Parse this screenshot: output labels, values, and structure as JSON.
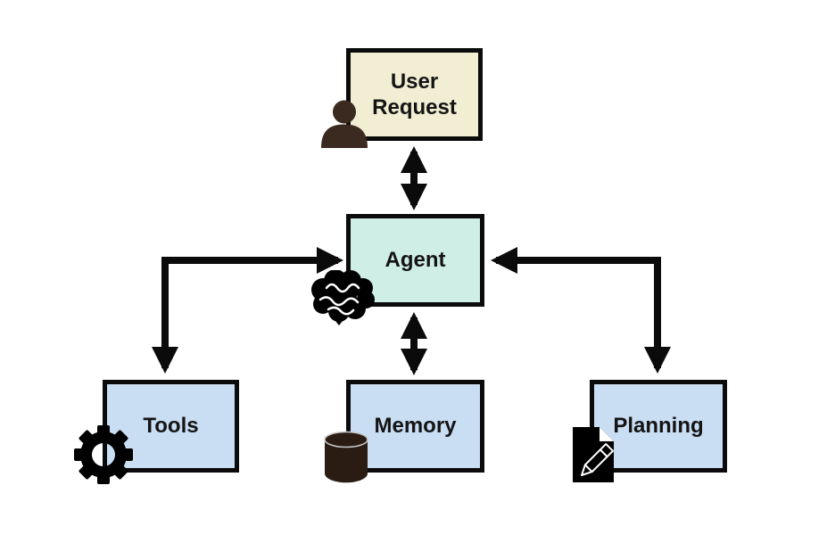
{
  "diagram": {
    "background_color": "#ffffff",
    "line_color": "#0b0b0b",
    "nodes": [
      {
        "id": "user-request",
        "label": "User Request",
        "fill": "#f1eed3",
        "border": "#0b0b0b",
        "icon": "person-icon",
        "icon_color": "#3b2a20"
      },
      {
        "id": "agent",
        "label": "Agent",
        "fill": "#cfeee6",
        "border": "#0b0b0b",
        "icon": "brain-icon",
        "icon_color": "#000000"
      },
      {
        "id": "tools",
        "label": "Tools",
        "fill": "#c9ddf3",
        "border": "#0b0b0b",
        "icon": "gear-icon",
        "icon_color": "#000000"
      },
      {
        "id": "memory",
        "label": "Memory",
        "fill": "#c9ddf3",
        "border": "#0b0b0b",
        "icon": "database-icon",
        "icon_color": "#2a1c12"
      },
      {
        "id": "planning",
        "label": "Planning",
        "fill": "#c9ddf3",
        "border": "#0b0b0b",
        "icon": "pencil-document-icon",
        "icon_color": "#000000"
      }
    ],
    "edges": [
      {
        "from": "User Request",
        "to": "Agent",
        "arrows": "both",
        "shape": "straight-vertical"
      },
      {
        "from": "Agent",
        "to": "Memory",
        "arrows": "both",
        "shape": "straight-vertical"
      },
      {
        "from": "Agent",
        "to": "Tools",
        "arrows": "both",
        "shape": "elbow"
      },
      {
        "from": "Agent",
        "to": "Planning",
        "arrows": "both",
        "shape": "elbow"
      }
    ]
  }
}
